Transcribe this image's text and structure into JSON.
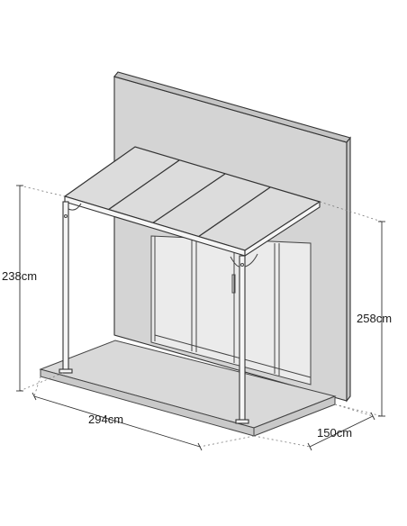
{
  "dimensions": {
    "height_front": "238cm",
    "height_wall": "258cm",
    "width": "294cm",
    "depth": "150cm"
  }
}
